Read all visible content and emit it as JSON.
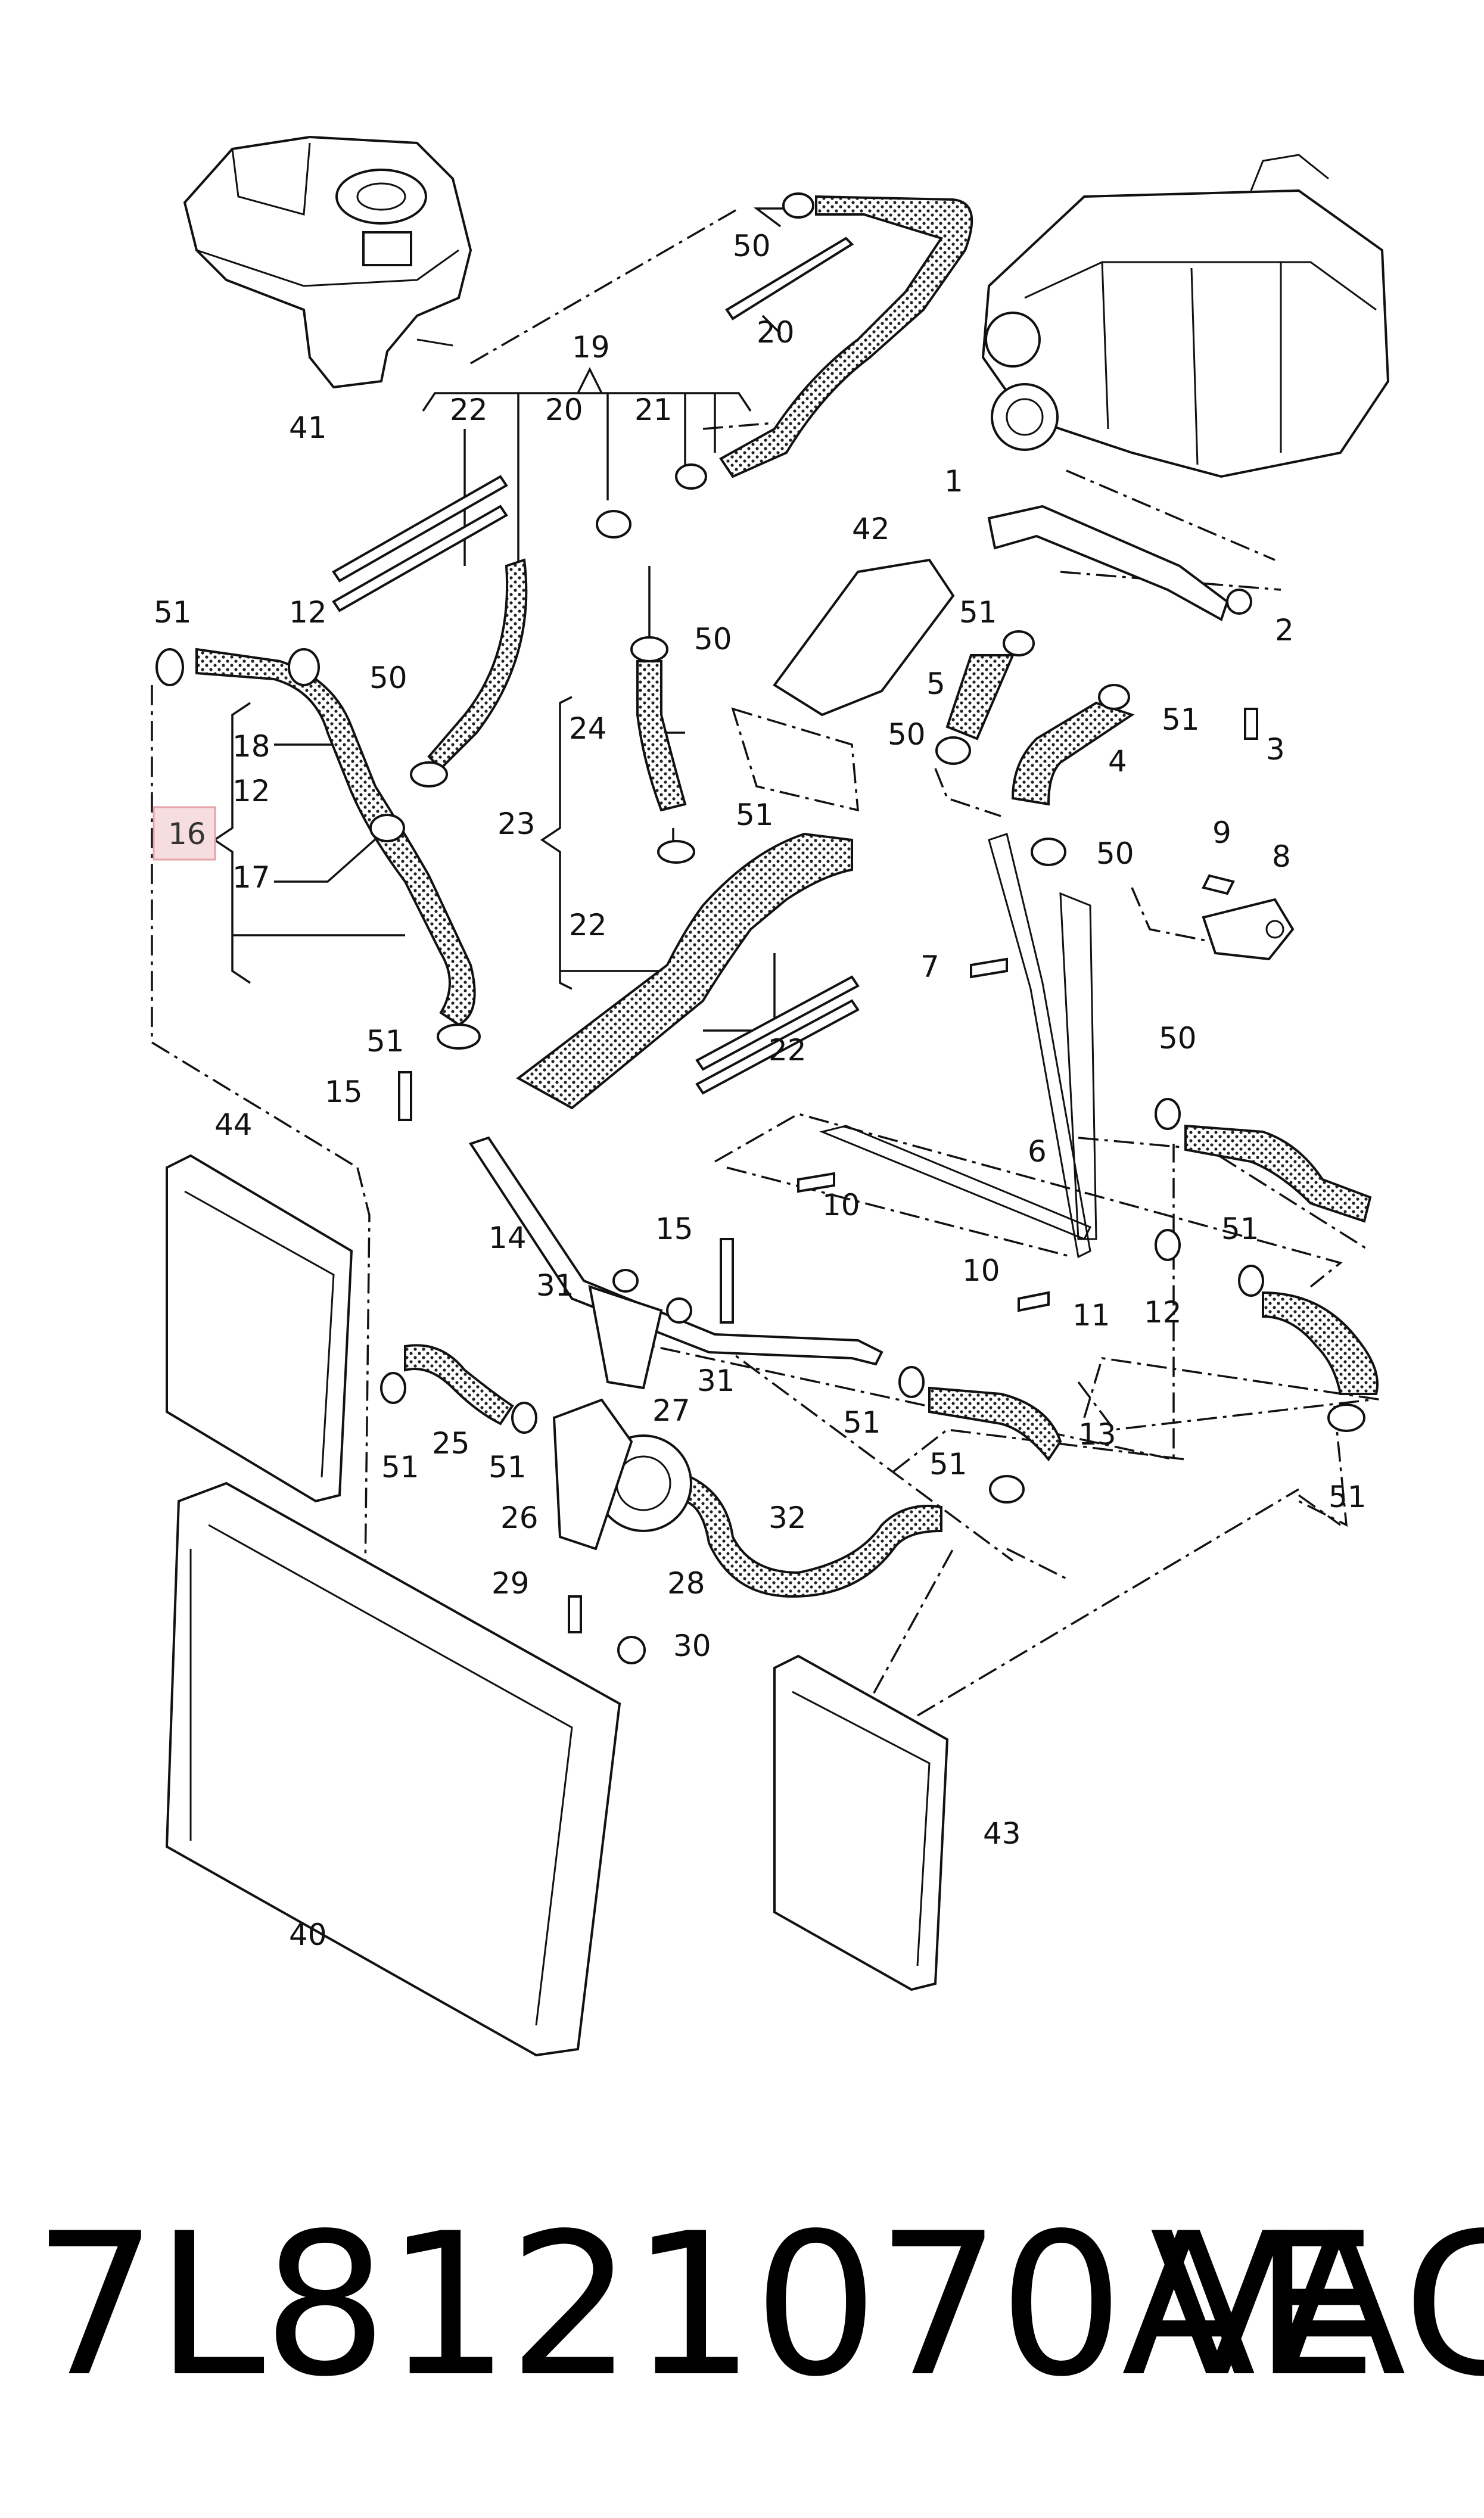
{
  "callouts": {
    "c1": "1",
    "c2": "2",
    "c3": "3",
    "c4": "4",
    "c5": "5",
    "c6": "6",
    "c7": "7",
    "c8": "8",
    "c9": "9",
    "c10": "10",
    "c11": "11",
    "c12": "12",
    "c13": "13",
    "c14": "14",
    "c15": "15",
    "c16": "16",
    "c17": "17",
    "c18": "18",
    "c19": "19",
    "c20": "20",
    "c21": "21",
    "c22": "22",
    "c23": "23",
    "c24": "24",
    "c25": "25",
    "c26": "26",
    "c27": "27",
    "c28": "28",
    "c29": "29",
    "c30": "30",
    "c31": "31",
    "c32": "32",
    "c40": "40",
    "c41": "41",
    "c42": "42",
    "c43": "43",
    "c44": "44",
    "c50": "50",
    "c51": "51"
  },
  "highlighted_callout": "16",
  "highlight_color": "#e8a0a8",
  "highlight_fill": "#f6dde0",
  "part_number": "7L8121070AE",
  "brand": "VAG"
}
